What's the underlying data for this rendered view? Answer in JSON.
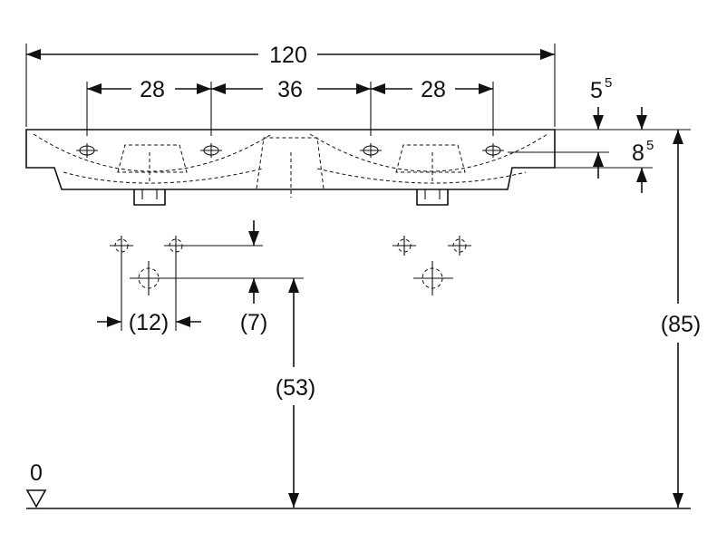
{
  "dimensions": {
    "overall_width": "120",
    "tap_spacing_left": "28",
    "center_spacing": "36",
    "tap_spacing_right": "28",
    "rim_offset_main": "5",
    "rim_offset_sup": "5",
    "rim_height_main": "8",
    "rim_height_sup": "5",
    "drain_spacing": "(12)",
    "drain_offset": "(7)",
    "drain_height": "(53)",
    "total_height": "(85)",
    "floor_level": "0"
  }
}
